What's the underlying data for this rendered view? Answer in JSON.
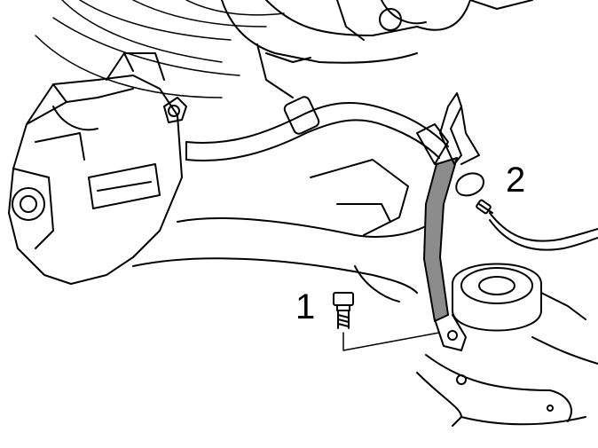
{
  "callouts": [
    {
      "label": "1",
      "part": "bolt"
    },
    {
      "label": "2",
      "part": "brake-hose-clip"
    }
  ],
  "colors": {
    "line": "#000000",
    "background": "#ffffff",
    "bracket_fill": "#8c8c8c"
  }
}
